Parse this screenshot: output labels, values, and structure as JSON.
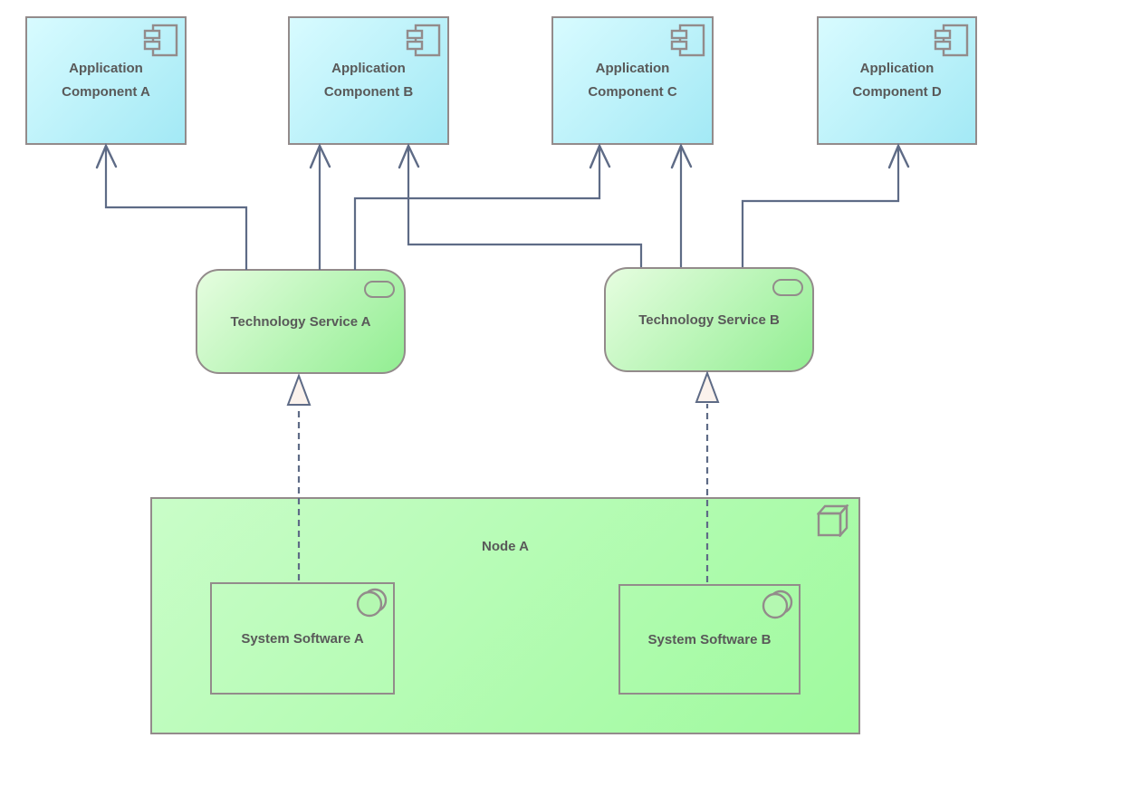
{
  "diagram": {
    "application_components": [
      {
        "label": "Application Component A"
      },
      {
        "label": "Application Component B"
      },
      {
        "label": "Application Component C"
      },
      {
        "label": "Application Component D"
      }
    ],
    "technology_services": [
      {
        "label": "Technology Service A"
      },
      {
        "label": "Technology Service B"
      }
    ],
    "node": {
      "label": "Node A",
      "system_software": [
        {
          "label": "System Software A"
        },
        {
          "label": "System Software B"
        }
      ]
    },
    "relationships": [
      {
        "type": "serving",
        "from": "Technology Service A",
        "to": "Application Component A"
      },
      {
        "type": "serving",
        "from": "Technology Service A",
        "to": "Application Component B"
      },
      {
        "type": "serving",
        "from": "Technology Service A",
        "to": "Application Component C"
      },
      {
        "type": "serving",
        "from": "Technology Service B",
        "to": "Application Component B"
      },
      {
        "type": "serving",
        "from": "Technology Service B",
        "to": "Application Component C"
      },
      {
        "type": "serving",
        "from": "Technology Service B",
        "to": "Application Component D"
      },
      {
        "type": "realization",
        "from": "System Software A",
        "to": "Technology Service A"
      },
      {
        "type": "realization",
        "from": "System Software B",
        "to": "Technology Service B"
      }
    ]
  },
  "theme": {
    "app_component_fill_start": "#d8fbff",
    "app_component_fill_end": "#a3e9f5",
    "service_fill_start": "#e6fde0",
    "service_fill_end": "#92ee92",
    "node_fill_start": "#c9fdc8",
    "node_fill_end": "#9ffa9e",
    "shape_border": "#938b8b",
    "relationship_line": "#5e6b86",
    "realization_head_fill": "#fbf2ec",
    "label_text": "#595959",
    "background": "#ffffff"
  }
}
